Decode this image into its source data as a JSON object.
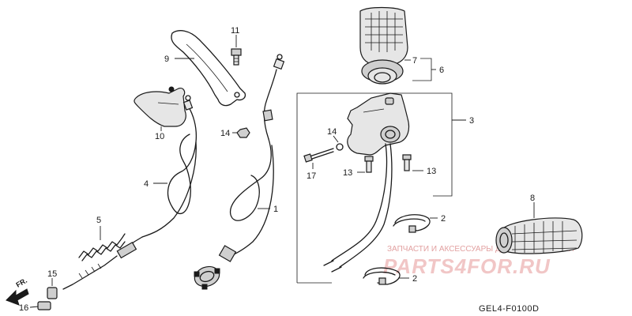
{
  "diagram_code": "GEL4-F0100D",
  "front_marker": "FR.",
  "watermark": {
    "tagline": "ЗАПЧАСТИ И АКСЕССУАРЫ ДЛЯ МОТОТЕХНИКИ",
    "logo": "PARTS4FOR.RU"
  },
  "callouts": {
    "c1": "1",
    "c2a": "2",
    "c2b": "2",
    "c3": "3",
    "c4": "4",
    "c5": "5",
    "c6": "6",
    "c7": "7",
    "c8": "8",
    "c9": "9",
    "c10": "10",
    "c11": "11",
    "c13a": "13",
    "c13b": "13",
    "c14a": "14",
    "c14b": "14",
    "c15": "15",
    "c16": "16",
    "c17": "17"
  }
}
